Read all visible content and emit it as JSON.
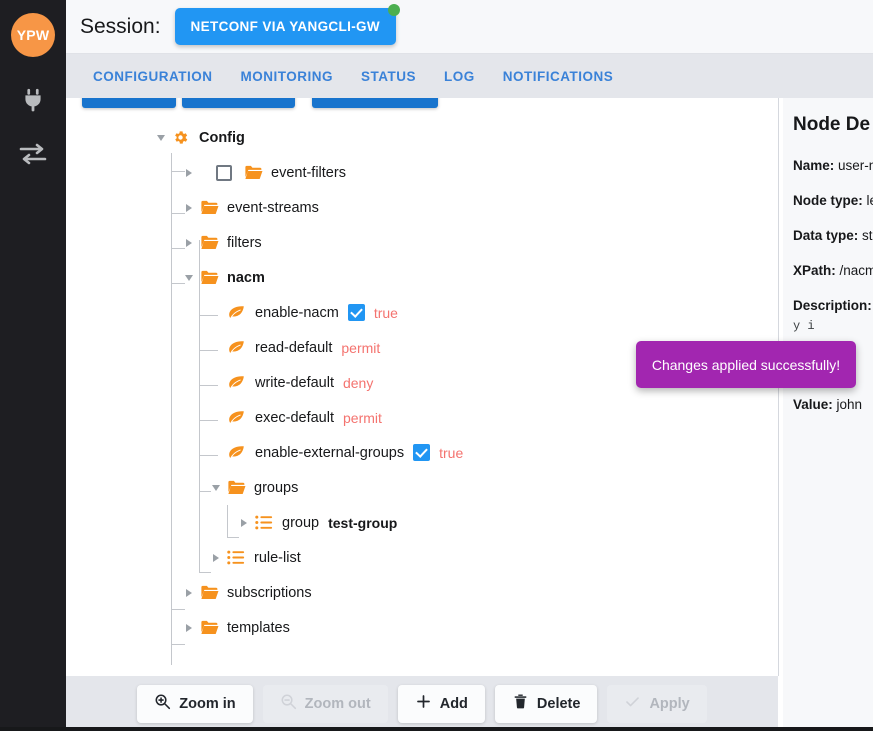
{
  "rail": {
    "avatar_initials": "YPW",
    "icons": [
      {
        "name": "plug-icon"
      },
      {
        "name": "transfer-arrows-icon"
      }
    ]
  },
  "header": {
    "session_label": "Session:",
    "session_button": "NETCONF VIA YANGCLI-GW",
    "status_dot_color": "#4CAF50",
    "accent_color": "#2196F3"
  },
  "tabs": [
    {
      "label": "CONFIGURATION",
      "active": true
    },
    {
      "label": "MONITORING",
      "active": false
    },
    {
      "label": "STATUS",
      "active": false
    },
    {
      "label": "LOG",
      "active": false
    },
    {
      "label": "NOTIFICATIONS",
      "active": false
    }
  ],
  "tree": {
    "root": {
      "label": "Config",
      "icon": "gear-icon",
      "expanded": true
    },
    "nodes": [
      {
        "label": "event-filters",
        "icon": "folder-icon",
        "expanded": false,
        "checkbox": "unchecked",
        "value": "",
        "depth": 1,
        "bold": false
      },
      {
        "label": "event-streams",
        "icon": "folder-icon",
        "expanded": false,
        "value": "",
        "depth": 1,
        "bold": false
      },
      {
        "label": "filters",
        "icon": "folder-icon",
        "expanded": false,
        "value": "",
        "depth": 1,
        "bold": false
      },
      {
        "label": "nacm",
        "icon": "folder-icon",
        "expanded": true,
        "value": "",
        "depth": 1,
        "bold": true
      },
      {
        "label": "enable-nacm",
        "icon": "leaf-icon",
        "value": "true",
        "value_checkbox": "checked",
        "depth": 2,
        "bold": false
      },
      {
        "label": "read-default",
        "icon": "leaf-icon",
        "value": "permit",
        "depth": 2,
        "bold": false
      },
      {
        "label": "write-default",
        "icon": "leaf-icon",
        "value": "deny",
        "depth": 2,
        "bold": false
      },
      {
        "label": "exec-default",
        "icon": "leaf-icon",
        "value": "permit",
        "depth": 2,
        "bold": false
      },
      {
        "label": "enable-external-groups",
        "icon": "leaf-icon",
        "value": "true",
        "value_checkbox": "checked",
        "depth": 2,
        "bold": false
      },
      {
        "label": "groups",
        "icon": "folder-icon",
        "expanded": true,
        "value": "",
        "depth": 2,
        "bold": false
      },
      {
        "label": "group",
        "icon": "list-icon",
        "expanded": false,
        "value": "test-group",
        "value_bold": true,
        "depth": 3,
        "bold": false
      },
      {
        "label": "rule-list",
        "icon": "list-icon",
        "expanded": false,
        "value": "",
        "depth": 2,
        "bold": false
      },
      {
        "label": "subscriptions",
        "icon": "folder-icon",
        "expanded": false,
        "value": "",
        "depth": 1,
        "bold": false
      },
      {
        "label": "templates",
        "icon": "folder-icon",
        "expanded": false,
        "value": "",
        "depth": 1,
        "bold": false
      }
    ]
  },
  "toolbar": {
    "zoom_in": "Zoom in",
    "zoom_out": "Zoom out",
    "add": "Add",
    "delete": "Delete",
    "apply": "Apply"
  },
  "details": {
    "title": "Node De",
    "name_label": "Name:",
    "name_value": "user-n",
    "node_type_label": "Node type:",
    "node_type_value": "le",
    "data_type_label": "Data type:",
    "data_type_value": "st",
    "xpath_label": "XPath:",
    "xpath_value": "/nacm",
    "description_label": "Description:",
    "description_value": "y  i",
    "value_label": "Value:",
    "value_value": "john"
  },
  "toast": {
    "message": "Changes applied successfully!",
    "color": "#A226B0"
  }
}
